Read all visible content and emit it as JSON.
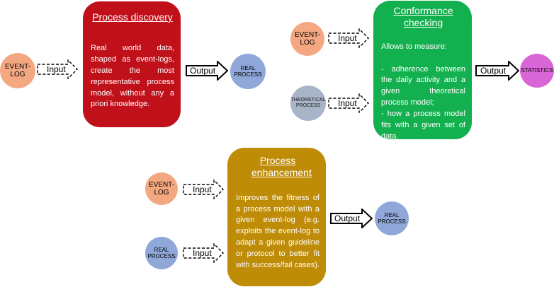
{
  "colors": {
    "event_log": "#f4a882",
    "real_process": "#8fa8d9",
    "theoretical_process": "#a8b4c8",
    "statistics": "#d966d6",
    "discovery_box": "#c0111b",
    "conformance_box": "#12b04e",
    "enhancement_box": "#bf8c07"
  },
  "discovery": {
    "title": "Process discovery",
    "body": "Real world data, shaped as event-logs, create the most representative process model, without any a priori knowledge.",
    "input_node": "EVENT-LOG",
    "input_label": "Input",
    "output_label": "Output",
    "output_node": "REAL PROCESS"
  },
  "conformance": {
    "title": "Conformance checking",
    "intro": "Allows to measure:",
    "point1": "- adherence between the daily activity and a given theoretical process model;",
    "point2": "- how a process model fits with a given set of data.",
    "input1_node": "EVENT-LOG",
    "input1_label": "Input",
    "input2_node": "THEORETICAL PROCESS",
    "input2_label": "Input",
    "output_label": "Output",
    "output_node": "STATISTICS"
  },
  "enhancement": {
    "title": "Process enhancement",
    "body": "Improves the fitness of a process model with a given event-log (e.g. exploits the event-log to adapt a given guideline or protocol to better fit with success/fail cases).",
    "input1_node": "EVENT-LOG",
    "input1_label": "Input",
    "input2_node": "REAL PROCESS",
    "input2_label": "Input",
    "output_label": "Output",
    "output_node": "REAL PROCESS"
  }
}
